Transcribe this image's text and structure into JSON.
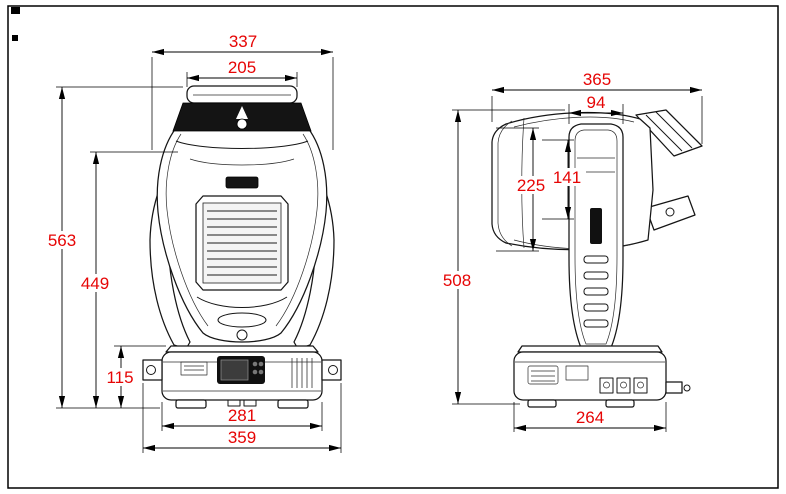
{
  "colors": {
    "dimension_text": "#e60505",
    "line": "#000000",
    "background": "#ffffff"
  },
  "front_view": {
    "dimensions": {
      "head_width": "337",
      "head_top_width": "205",
      "overall_height": "563",
      "upper_height": "449",
      "base_height": "115",
      "base_width": "281",
      "base_full_width": "359"
    }
  },
  "side_view": {
    "dimensions": {
      "overall_depth": "365",
      "arm_width": "94",
      "head_front_height": "225",
      "lens_height": "141",
      "overall_height": "508",
      "base_depth": "264"
    }
  }
}
